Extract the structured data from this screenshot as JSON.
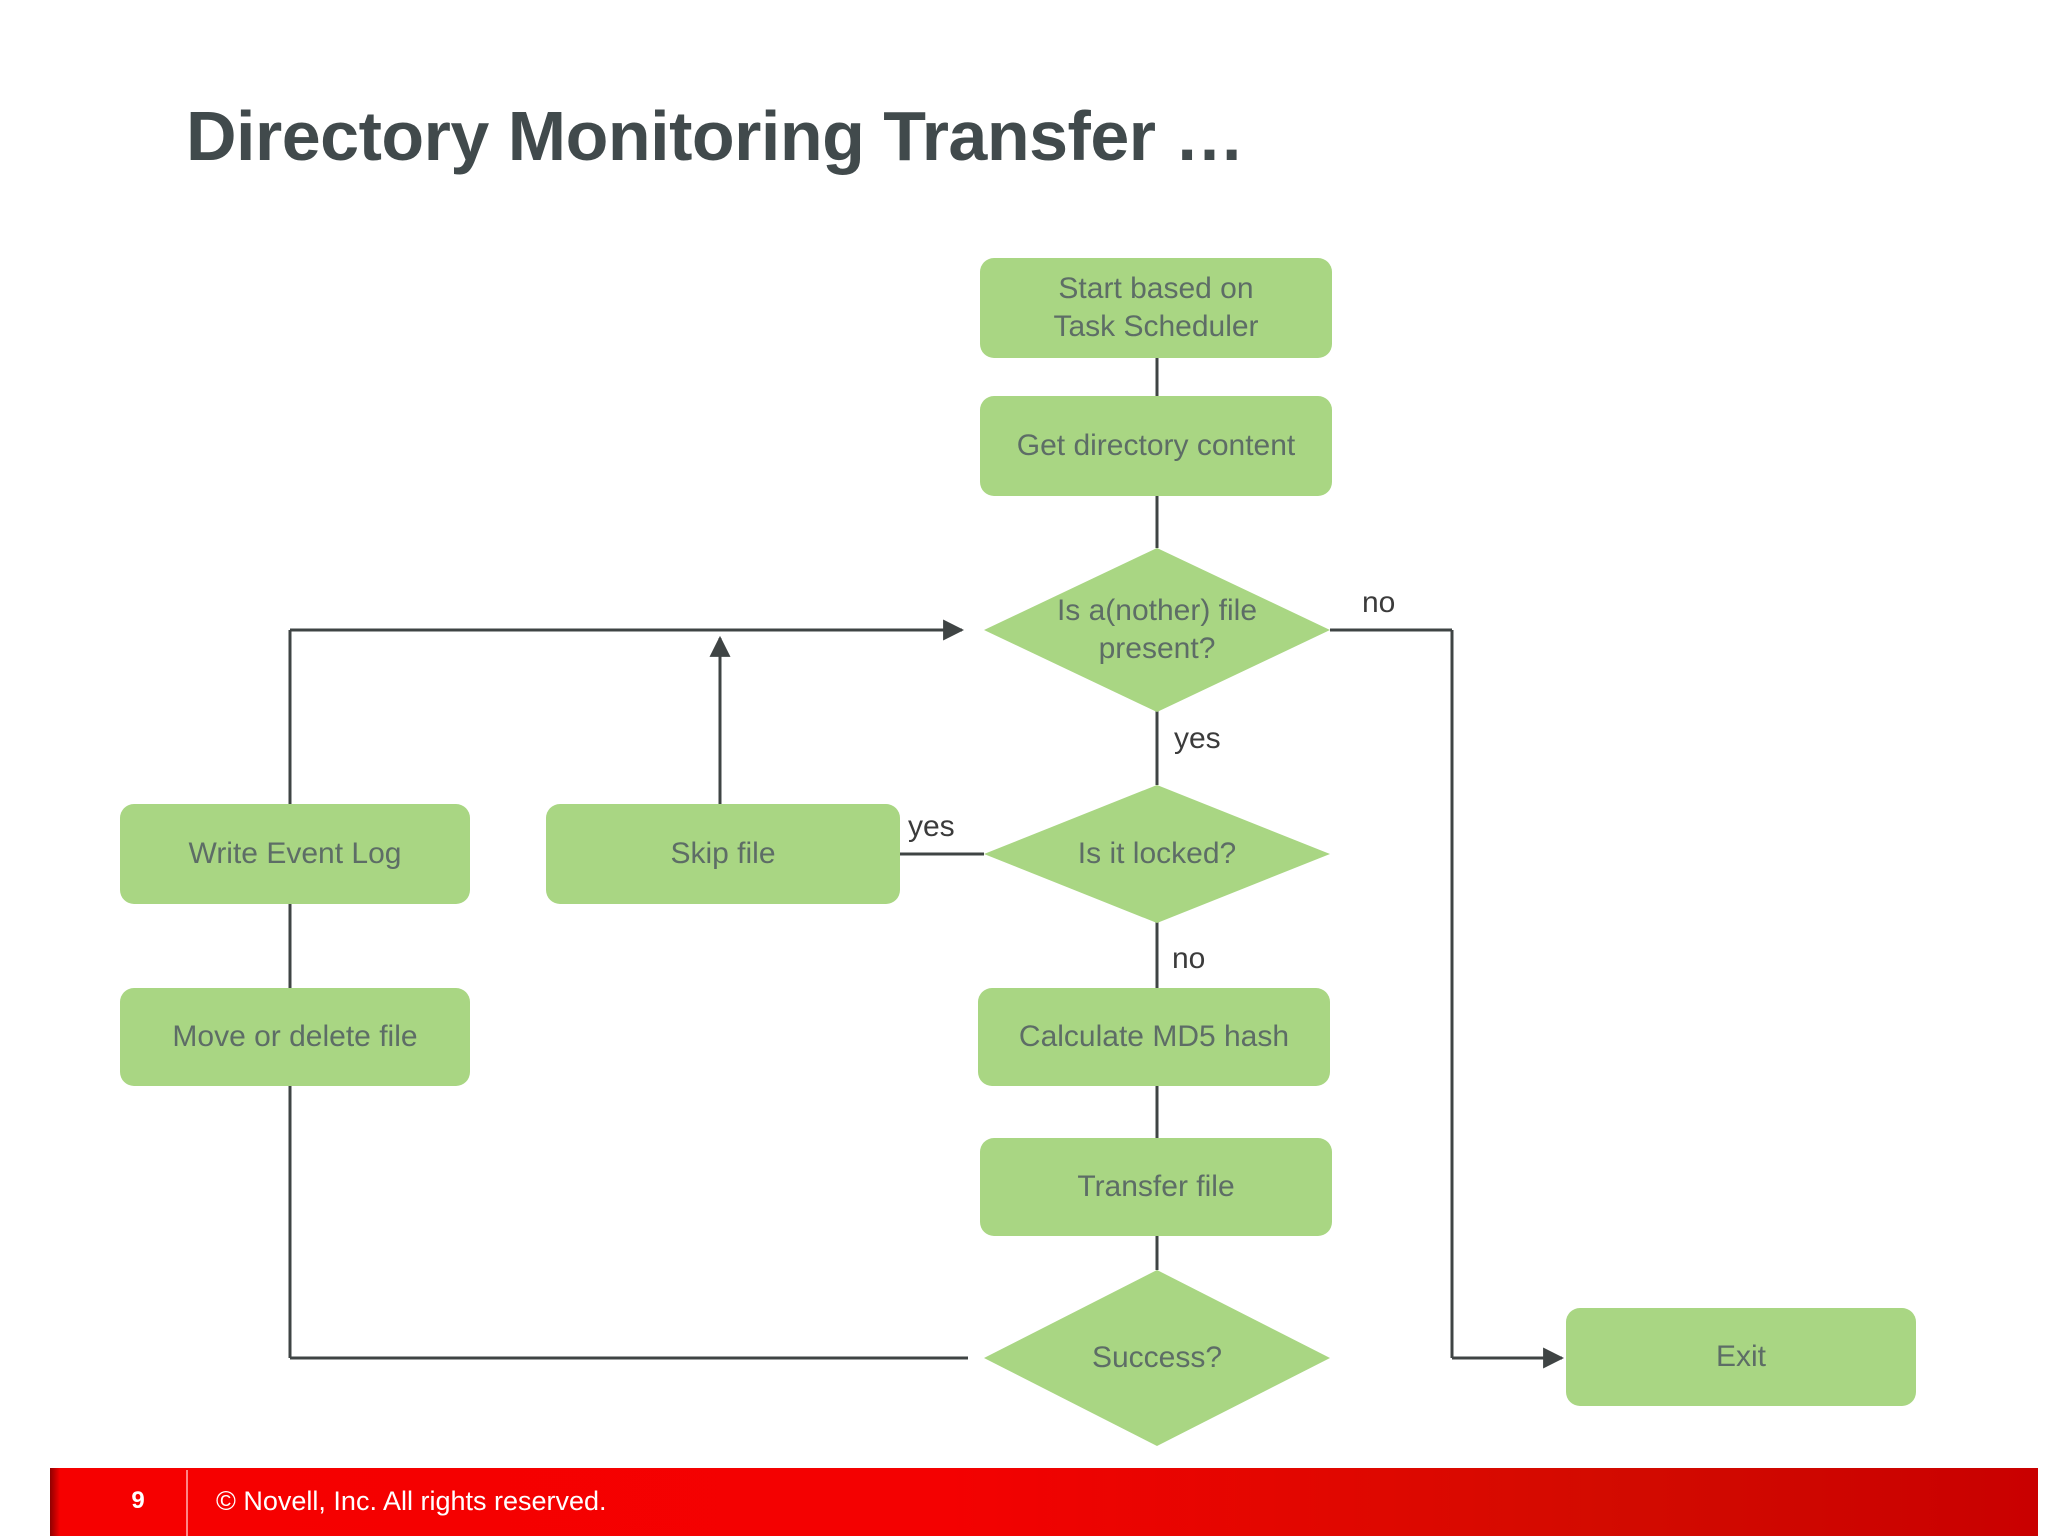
{
  "slide": {
    "title": "Directory Monitoring Transfer …",
    "page_number": "9",
    "copyright": "©  Novell, Inc.  All rights reserved.",
    "colors": {
      "node_fill": "#a9d683",
      "node_text": "#5d6d66",
      "title_text": "#414a4c",
      "connector": "#3f4444",
      "footer_red": "#f40101",
      "background": "#ffffff"
    }
  },
  "flowchart": {
    "nodes": [
      {
        "id": "start",
        "type": "process",
        "label": "Start based on\nTask Scheduler",
        "line1": "Start based on",
        "line2": "Task Scheduler"
      },
      {
        "id": "getdir",
        "type": "process",
        "label": "Get directory content"
      },
      {
        "id": "anotherq",
        "type": "decision",
        "label": "Is a(nother) file\npresent?",
        "line1": "Is a(nother) file",
        "line2": "present?"
      },
      {
        "id": "lockedq",
        "type": "decision",
        "label": "Is it locked?"
      },
      {
        "id": "skip",
        "type": "process",
        "label": "Skip file"
      },
      {
        "id": "md5",
        "type": "process",
        "label": "Calculate MD5 hash"
      },
      {
        "id": "transfer",
        "type": "process",
        "label": "Transfer file"
      },
      {
        "id": "successq",
        "type": "decision",
        "label": "Success?"
      },
      {
        "id": "writelog",
        "type": "process",
        "label": "Write Event Log"
      },
      {
        "id": "movedel",
        "type": "process",
        "label": "Move or delete file"
      },
      {
        "id": "exit",
        "type": "process",
        "label": "Exit"
      }
    ],
    "edge_labels": [
      {
        "id": "another-no",
        "text": "no",
        "from": "anotherq",
        "to": "exit"
      },
      {
        "id": "another-yes",
        "text": "yes",
        "from": "anotherq",
        "to": "lockedq"
      },
      {
        "id": "locked-yes",
        "text": "yes",
        "from": "lockedq",
        "to": "skip"
      },
      {
        "id": "locked-no",
        "text": "no",
        "from": "lockedq",
        "to": "md5"
      }
    ]
  }
}
